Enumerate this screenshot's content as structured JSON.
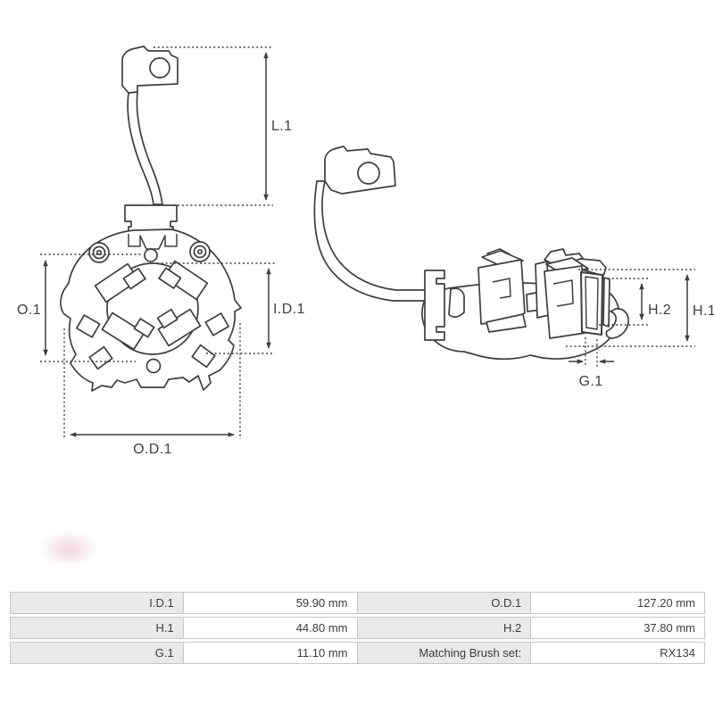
{
  "diagram": {
    "front_view": {
      "dims": {
        "l1": "L.1",
        "o1": "O.1",
        "id1": "I.D.1",
        "od1": "O.D.1"
      }
    },
    "side_view": {
      "dims": {
        "h1": "H.1",
        "h2": "H.2",
        "g1": "G.1"
      }
    }
  },
  "spec_table": {
    "rows": [
      {
        "c0_label": "I.D.1",
        "c1_value": "59.90 mm",
        "c2_label": "O.D.1",
        "c3_value": "127.20 mm"
      },
      {
        "c0_label": "H.1",
        "c1_value": "44.80 mm",
        "c2_label": "H.2",
        "c3_value": "37.80 mm"
      },
      {
        "c0_label": "G.1",
        "c1_value": "11.10 mm",
        "c2_label": "Matching Brush set:",
        "c3_value": "RX134"
      }
    ]
  },
  "colors": {
    "line": "#3e3e3e",
    "table_label_bg": "#e9e9e9",
    "table_border": "#c6c6c6"
  }
}
